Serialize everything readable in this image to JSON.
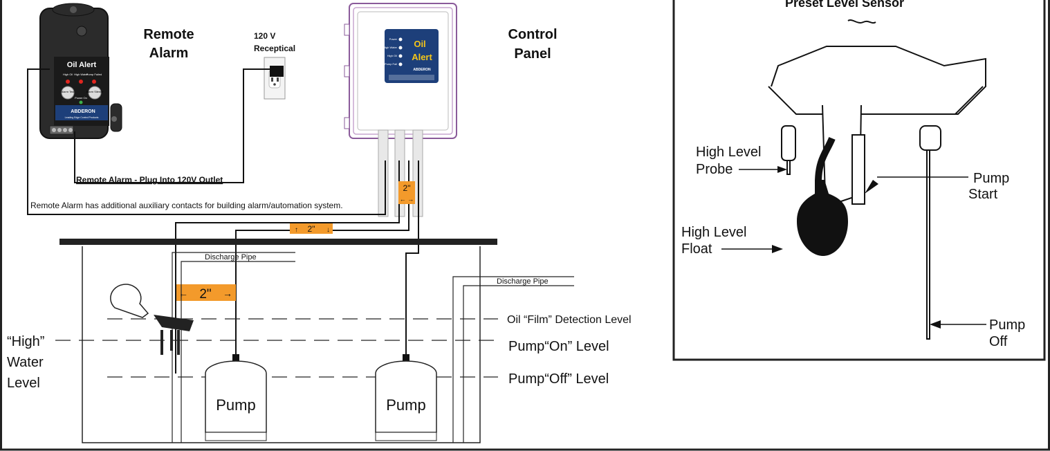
{
  "labels": {
    "remote_alarm_1": "Remote",
    "remote_alarm_2": "Alarm",
    "receptacle_1": "120 V",
    "receptacle_2": "Receptical",
    "control_panel_1": "Control",
    "control_panel_2": "Panel",
    "plug_note": "Remote Alarm - Plug Into 120V Outlet",
    "aux_note": "Remote Alarm has additional auxiliary contacts for building alarm/automation system.",
    "gap_small": "2\"",
    "gap_mid": "2\"",
    "gap_big": "2\"",
    "discharge_left": "Discharge Pipe",
    "discharge_right": "Discharge Pipe",
    "oil_film": "Oil “Film” Detection Level",
    "pump_on": "Pump“On” Level",
    "pump_off": "Pump“Off” Level",
    "high_water_1": "“High”",
    "high_water_2": "Water",
    "high_water_3": "Level",
    "pump_left": "Pump",
    "pump_right": "Pump"
  },
  "alarm_device": {
    "title": "Oil Alert",
    "led1": "High Oil",
    "led2": "High Water",
    "led3": "Pump Failed",
    "btn1": "Alarm Test",
    "btn2": "Alarm Silence",
    "power": "Power On",
    "brand": "ABDERON",
    "brand_sub": "Leading Edge Control Products"
  },
  "panel_device": {
    "r1": "Power",
    "r2": "High Water",
    "r3": "High Oil",
    "r4": "Pump Fail",
    "logo1": "Oil",
    "logo2": "Alert",
    "brand": "ABDERON"
  },
  "sensor": {
    "title": "Preset Level Sensor",
    "probe_1": "High Level",
    "probe_2": "Probe",
    "pump_start_1": "Pump",
    "pump_start_2": "Start",
    "float_1": "High Level",
    "float_2": "Float",
    "pump_off_1": "Pump",
    "pump_off_2": "Off"
  },
  "colors": {
    "orange": "#f39a2b",
    "panel_purple": "#8a5a9a",
    "label_blue": "#1d3f7a",
    "alarm_body": "#2b2b2b"
  }
}
